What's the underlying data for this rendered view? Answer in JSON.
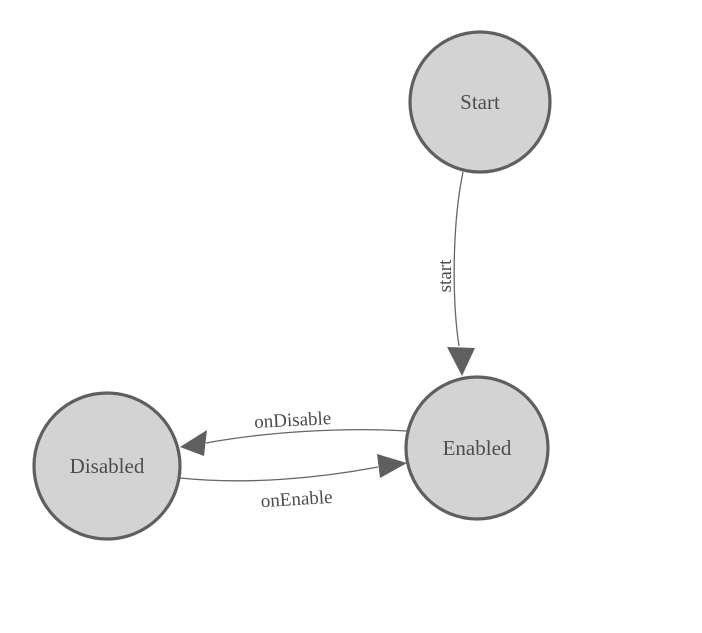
{
  "diagram": {
    "type": "state-machine",
    "background_color": "#ffffff",
    "colors": {
      "node_fill": "#d3d3d3",
      "node_stroke": "#5f5f5f",
      "edge_stroke": "#666666",
      "arrowhead_fill": "#5f5f5f",
      "label_text": "#4d4d4d"
    },
    "nodes": [
      {
        "id": "start",
        "label": "Start"
      },
      {
        "id": "enabled",
        "label": "Enabled"
      },
      {
        "id": "disabled",
        "label": "Disabled"
      }
    ],
    "edges": [
      {
        "from": "Start",
        "to": "Enabled",
        "label": "start"
      },
      {
        "from": "Enabled",
        "to": "Disabled",
        "label": "onDisable"
      },
      {
        "from": "Disabled",
        "to": "Enabled",
        "label": "onEnable"
      }
    ]
  }
}
